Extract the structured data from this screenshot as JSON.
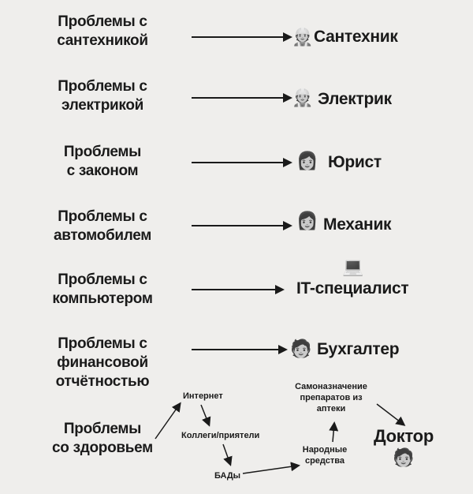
{
  "rows": [
    {
      "problem": [
        "Проблемы с",
        "сантехникой"
      ],
      "specialist": "Сантехник",
      "icon": "plumber-icon",
      "glyph": "👷"
    },
    {
      "problem": [
        "Проблемы с",
        "электрикой"
      ],
      "specialist": "Электрик",
      "icon": "electrician-icon",
      "glyph": "👷"
    },
    {
      "problem": [
        "Проблемы",
        "с законом"
      ],
      "specialist": "Юрист",
      "icon": "lawyer-icon",
      "glyph": "👩"
    },
    {
      "problem": [
        "Проблемы с",
        "автомобилем"
      ],
      "specialist": "Механик",
      "icon": "mechanic-icon",
      "glyph": "👩"
    },
    {
      "problem": [
        "Проблемы с",
        "компьютером"
      ],
      "specialist": "IT-специалист",
      "icon": "technologist-icon",
      "glyph": "💻"
    },
    {
      "problem": [
        "Проблемы с",
        "финансовой",
        "отчётностью"
      ],
      "specialist": "Бухгалтер",
      "icon": "accountant-icon",
      "glyph": "🧑"
    }
  ],
  "health": {
    "problem": [
      "Проблемы",
      "со здоровьем"
    ],
    "internet": "Интернет",
    "colleagues": "Коллеги/приятели",
    "supplements": "БАДы",
    "folk_remedies": [
      "Народные",
      "средства"
    ],
    "self_prescription": [
      "Самоназначение",
      "препаратов из",
      "аптеки"
    ],
    "doctor": "Доктор",
    "doctor_icon": "doctor-icon",
    "doctor_glyph": "🧑"
  }
}
